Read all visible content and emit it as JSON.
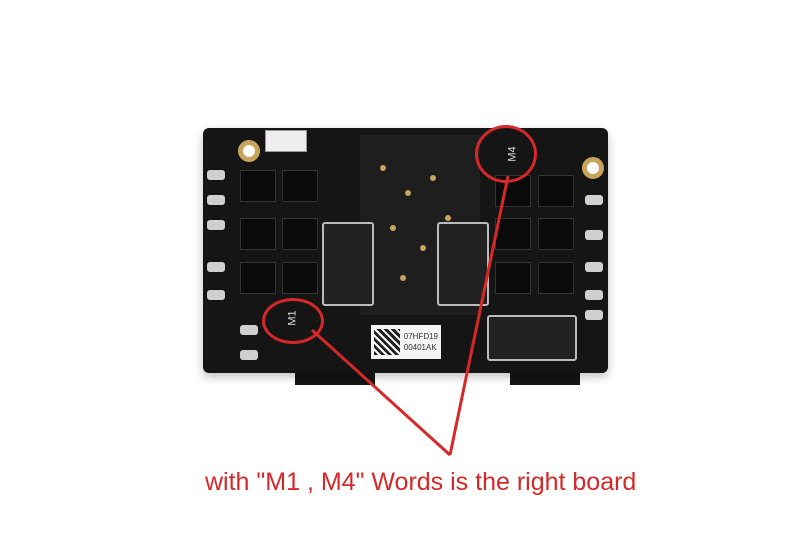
{
  "board": {
    "label_line1": "07HFD19",
    "label_line2": "00401AK",
    "marker_m1": "M1",
    "marker_m4": "M4"
  },
  "caption": "with \"M1 , M4\" Words is the right board",
  "colors": {
    "annotation": "#d62828",
    "board": "#151515"
  }
}
